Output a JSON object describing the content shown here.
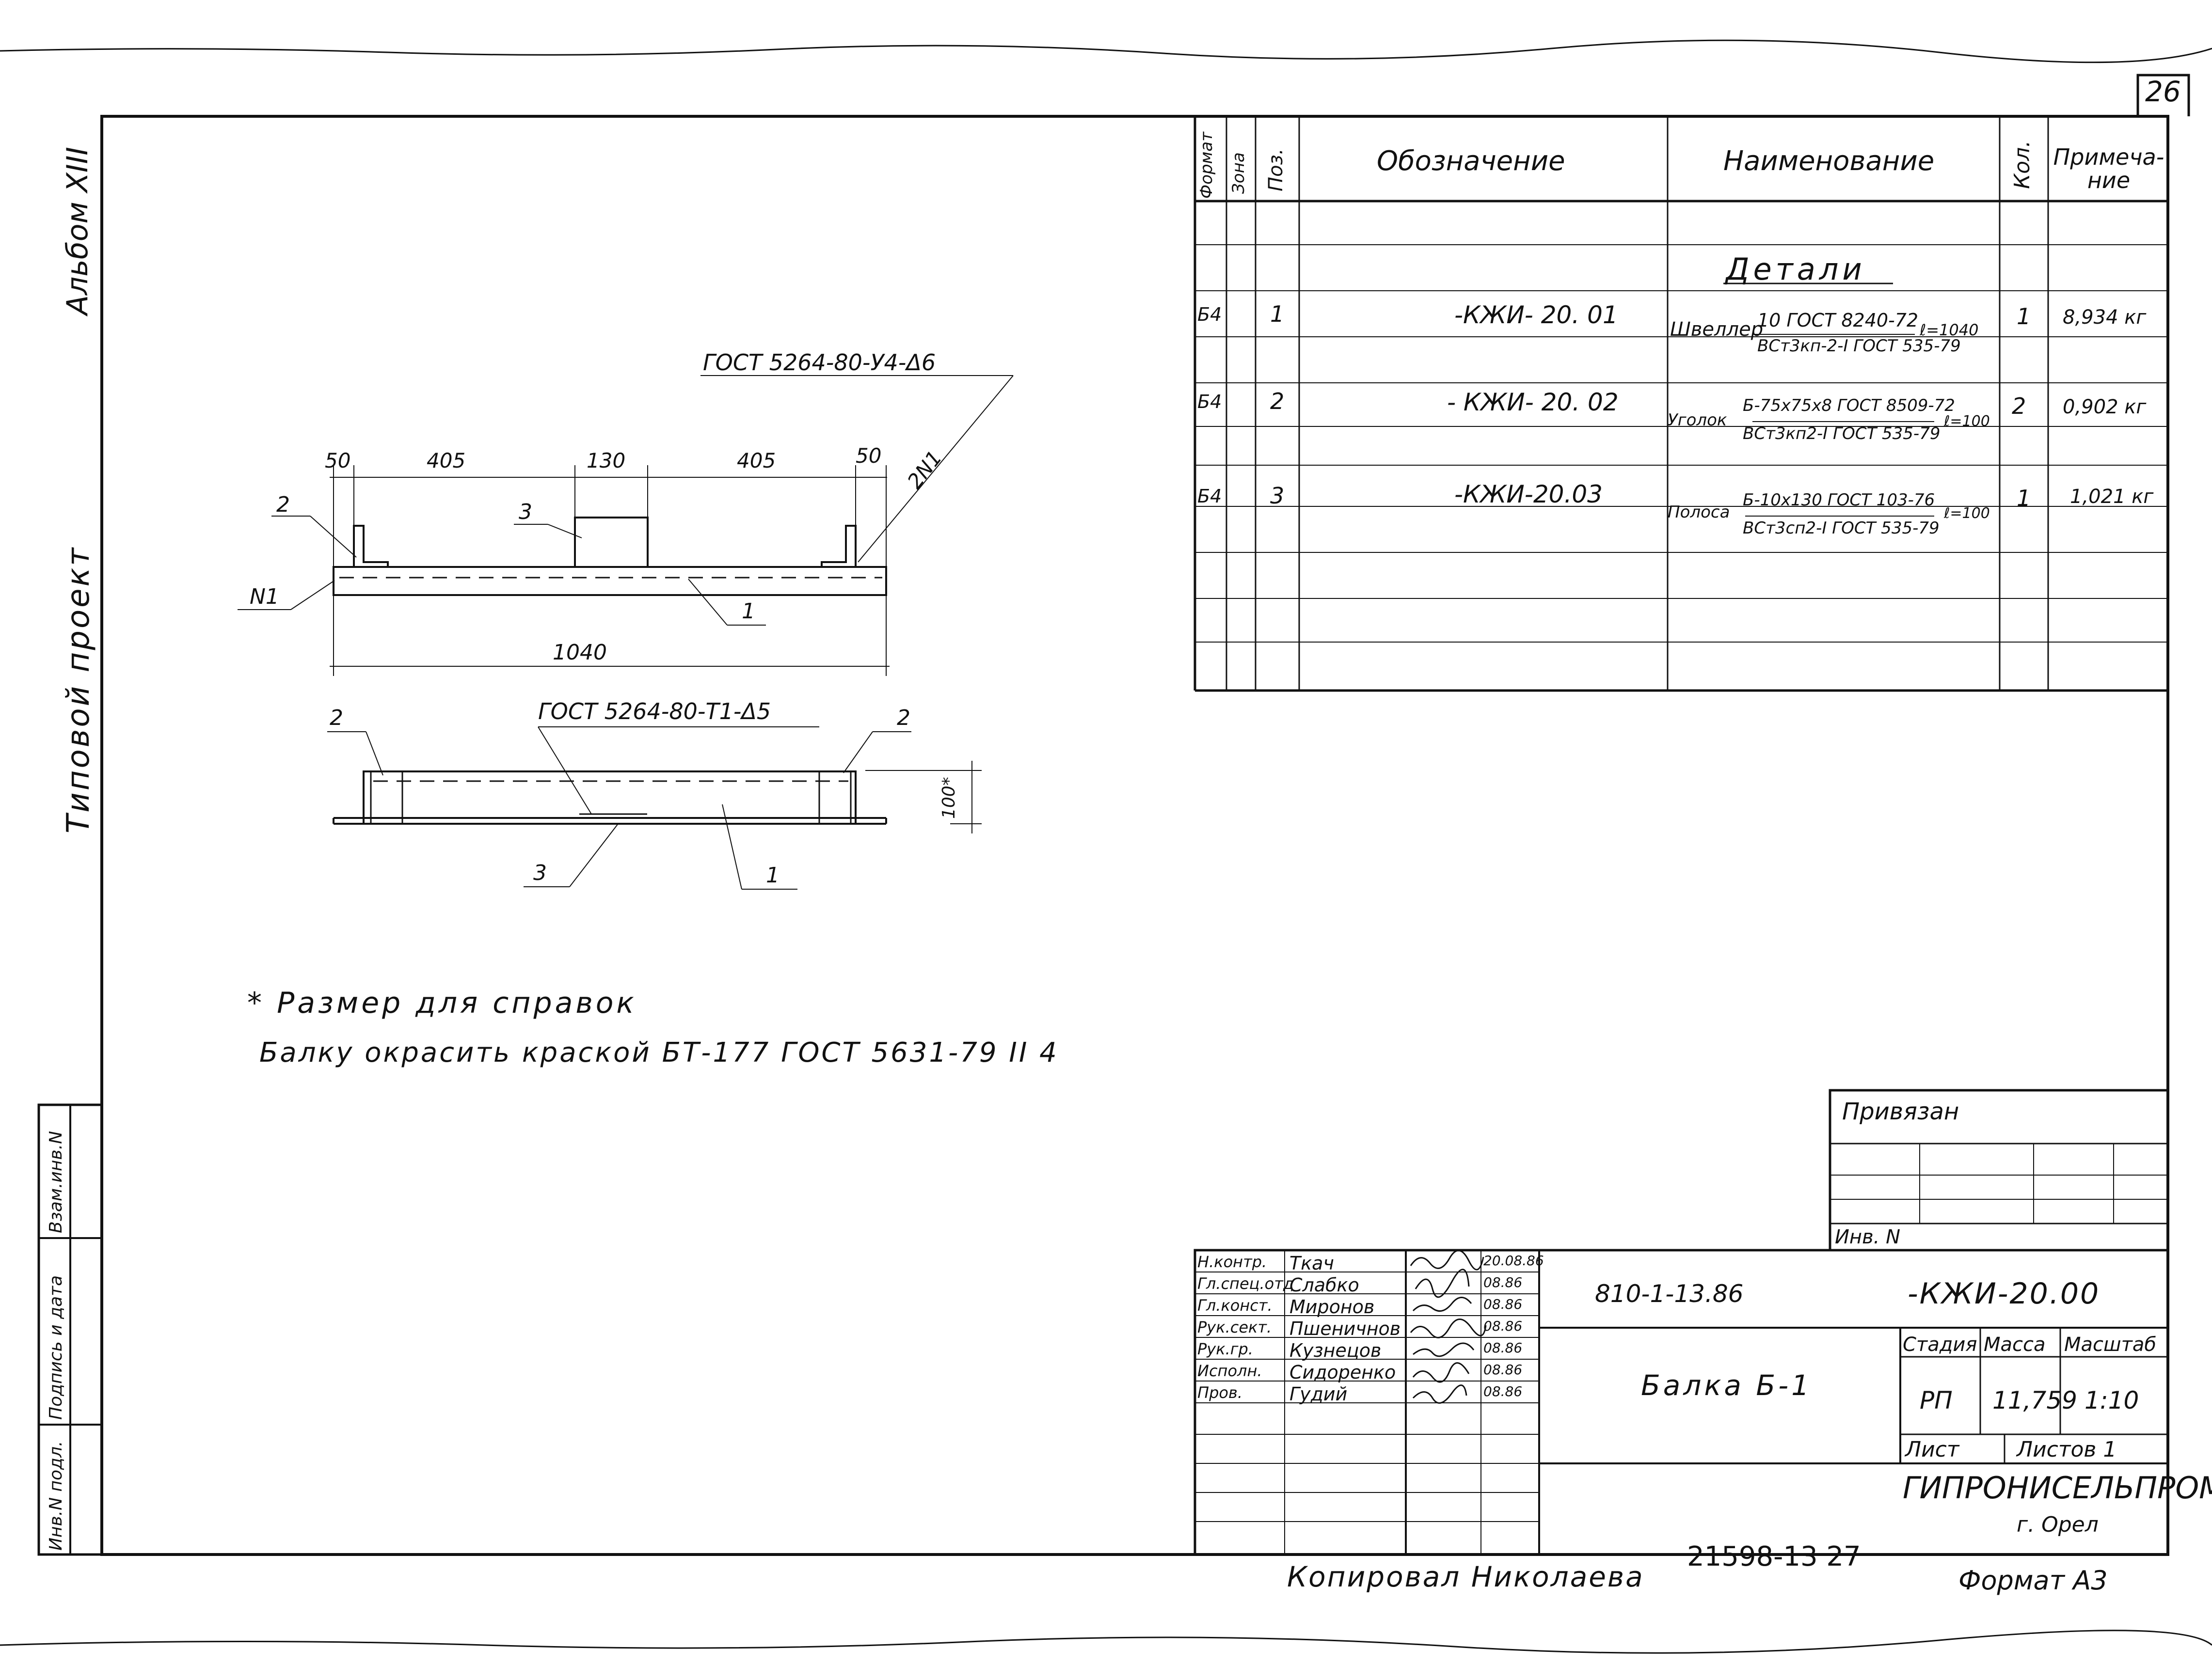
{
  "sheet_number": "26",
  "side_labels": {
    "album": "Альбом XIII",
    "project": "Типовой проект",
    "stamp_cols": [
      "Инв.N подл.",
      "Подпись и дата",
      "Взам.инв.N"
    ]
  },
  "spec_table": {
    "headers": {
      "format": "Формат",
      "zone": "Зона",
      "pos": "Поз.",
      "designation": "Обозначение",
      "name": "Наименование",
      "qty": "Кол.",
      "note": "Примеча-ние"
    },
    "section_title": "Детали",
    "rows": [
      {
        "format": "Б4",
        "pos": "1",
        "designation": "-КЖИ- 20. 01",
        "name_prefix": "Швеллер",
        "name_top": "10 ГОСТ 8240-72",
        "name_bottom": "ВСт3кп-2-I ГОСТ 535-79",
        "length": "ℓ=1040",
        "qty": "1",
        "note": "8,934 кг"
      },
      {
        "format": "Б4",
        "pos": "2",
        "designation": "- КЖИ- 20. 02",
        "name_prefix": "Уголок",
        "name_top": "Б-75х75х8 ГОСТ 8509-72",
        "name_bottom": "ВСт3кп2-I ГОСТ 535-79",
        "length": "ℓ=100",
        "qty": "2",
        "note": "0,902 кг"
      },
      {
        "format": "Б4",
        "pos": "3",
        "designation": "-КЖИ-20.03",
        "name_prefix": "Полоса",
        "name_top": "Б-10х130 ГОСТ 103-76",
        "name_bottom": "ВСт3сп2-I ГОСТ 535-79",
        "length": "ℓ=100",
        "qty": "1",
        "note": "1,021 кг"
      }
    ]
  },
  "drawing": {
    "weld_top": "ГОСТ 5264-80-У4-Δ6",
    "weld_bottom": "ГОСТ 5264-80-Т1-Δ5",
    "dims": [
      "50",
      "405",
      "130",
      "405",
      "50"
    ],
    "total": "1040",
    "height_dim": "100*",
    "label_2n1": "2N1",
    "label_n1": "N1",
    "callouts": {
      "p1": "1",
      "p2": "2",
      "p3": "3"
    }
  },
  "notes": [
    "* Размер для справок",
    "Балку окрасить краской БТ-177 ГОСТ 5631-79 II 4"
  ],
  "binding": {
    "title": "Привязан",
    "inv": "Инв. N"
  },
  "title_block": {
    "code": "810-1-13.86",
    "doc": "-КЖИ-20.00",
    "title": "Балка Б-1",
    "stage_h": "Стадия",
    "mass_h": "Масса",
    "scale_h": "Масштаб",
    "stage": "РП",
    "mass": "11,759",
    "scale": "1:10",
    "sheet_h": "Лист",
    "sheets_h": "Листов 1",
    "org": "ГИПРОНИСЕЛЬПРОМ",
    "city": "г. Орел",
    "people": [
      {
        "role": "Н.контр.",
        "name": "Ткач",
        "date": "20.08.86"
      },
      {
        "role": "Гл.спец.отд",
        "name": "Слабко",
        "date": "08.86"
      },
      {
        "role": "Гл.конст.",
        "name": "Миронов",
        "date": "08.86"
      },
      {
        "role": "Рук.сект.",
        "name": "Пшеничнов",
        "date": "08.86"
      },
      {
        "role": "Рук.гр.",
        "name": "Кузнецов",
        "date": "08.86"
      },
      {
        "role": "Исполн.",
        "name": "Сидоренко",
        "date": "08.86"
      },
      {
        "role": "Пров.",
        "name": "Гудий",
        "date": "08.86"
      }
    ]
  },
  "footer": {
    "copied": "Копировал Николаева",
    "code": "21598-13 27",
    "format": "Формат А3"
  }
}
